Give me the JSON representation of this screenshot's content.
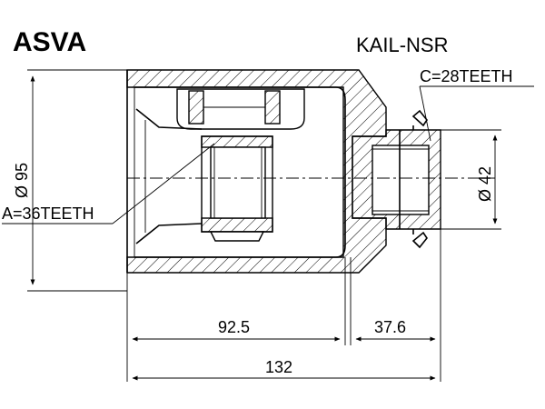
{
  "header": {
    "brand": "ASVA",
    "part_number": "KAIL-NSR"
  },
  "labels": {
    "teeth_c": "C=28TEETH",
    "teeth_a": "A=36TEETH",
    "dia_outer": "Ø 95",
    "dia_inner": "Ø 42"
  },
  "dimensions": {
    "length_main": "92.5",
    "length_stub": "37.6",
    "length_total": "132"
  }
}
